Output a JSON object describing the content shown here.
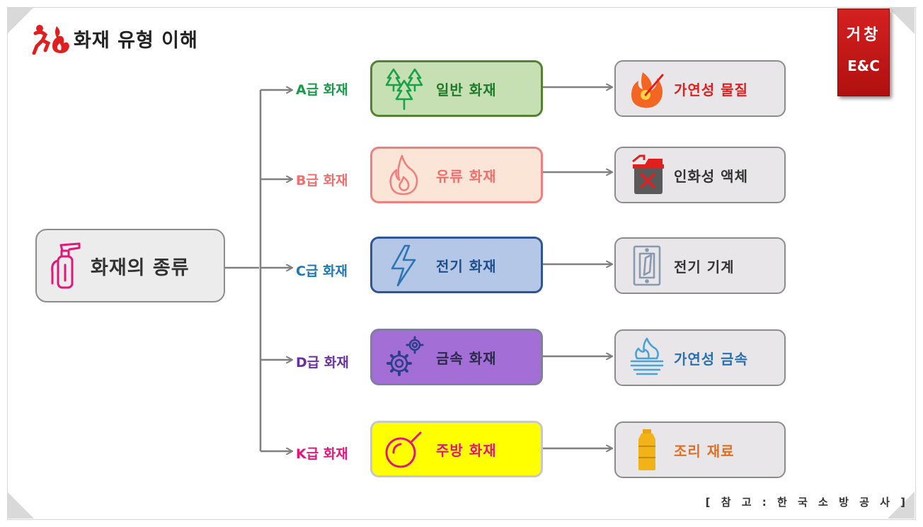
{
  "title": "화재 유형 이해",
  "badge": {
    "line1": "거창",
    "line2": "E&C"
  },
  "root": {
    "label": "화재의 종류"
  },
  "rows": [
    {
      "cls": "A급 화재",
      "mid": "일반 화재",
      "res": "가연성 물질",
      "cls_color": "#1a9a4a",
      "mid_text": "#1e7a2a",
      "res_text": "#e0201f"
    },
    {
      "cls": "B급 화재",
      "mid": "유류 화재",
      "res": "인화성 액체",
      "cls_color": "#f07070",
      "mid_text": "#f07070",
      "res_text": "#333333"
    },
    {
      "cls": "C급 화재",
      "mid": "전기 화재",
      "res": "전기 기계",
      "cls_color": "#1f78b4",
      "mid_text": "#1f4e8c",
      "res_text": "#333333"
    },
    {
      "cls": "D급 화재",
      "mid": "금속 화재",
      "res": "가연성 금속",
      "cls_color": "#6a2fa0",
      "mid_text": "#2a2a4a",
      "res_text": "#2a6fb0"
    },
    {
      "cls": "K급 화재",
      "mid": "주방 화재",
      "res": "조리 재료",
      "cls_color": "#e0187a",
      "mid_text": "#e0187a",
      "res_text": "#e07020"
    }
  ],
  "reference": "[ 참 고 : 한 국 소 방 공 사 ]"
}
